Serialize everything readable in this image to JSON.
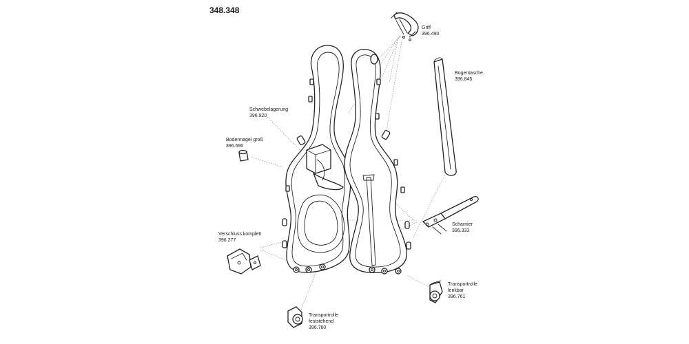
{
  "title": "348.348",
  "parts": [
    {
      "id": "griff",
      "name": "Griff",
      "number": "396.490"
    },
    {
      "id": "bogentasche",
      "name": "Bogentasche",
      "number": "396.845"
    },
    {
      "id": "schwebelagerung",
      "name": "Schwebelagerung",
      "number": "396.920"
    },
    {
      "id": "bodennagel",
      "name": "Bodennagel groß",
      "number": "396.690"
    },
    {
      "id": "scharnier",
      "name": "Scharnier",
      "number": "396.333"
    },
    {
      "id": "verschluss",
      "name": "Verschluss komplett",
      "number": "396.277"
    },
    {
      "id": "transportrolle-lenkbar",
      "name": "Transportrolle",
      "name2": "lenkbar",
      "number": "396.761"
    },
    {
      "id": "transportrolle-feststehend",
      "name": "Transportrolle",
      "name2": "feststehend",
      "number": "396.760"
    }
  ]
}
